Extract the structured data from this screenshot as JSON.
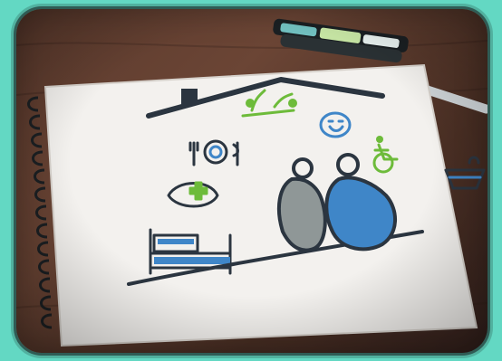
{
  "image": {
    "description_tag": "photo",
    "objects": {
      "notebook": "spiral-sketchbook",
      "pencil": "pencil",
      "markers": "marker-set",
      "drawing": "house-sketch"
    },
    "colors": {
      "frame_border": "#63d8c3",
      "table": "#5b3a2d",
      "paper": "#f3f1ee",
      "ink_dark": "#2b3540",
      "ink_blue": "#3f86c8",
      "ink_green": "#6dbb3a",
      "pencil_body": "#cfd5d8"
    }
  }
}
